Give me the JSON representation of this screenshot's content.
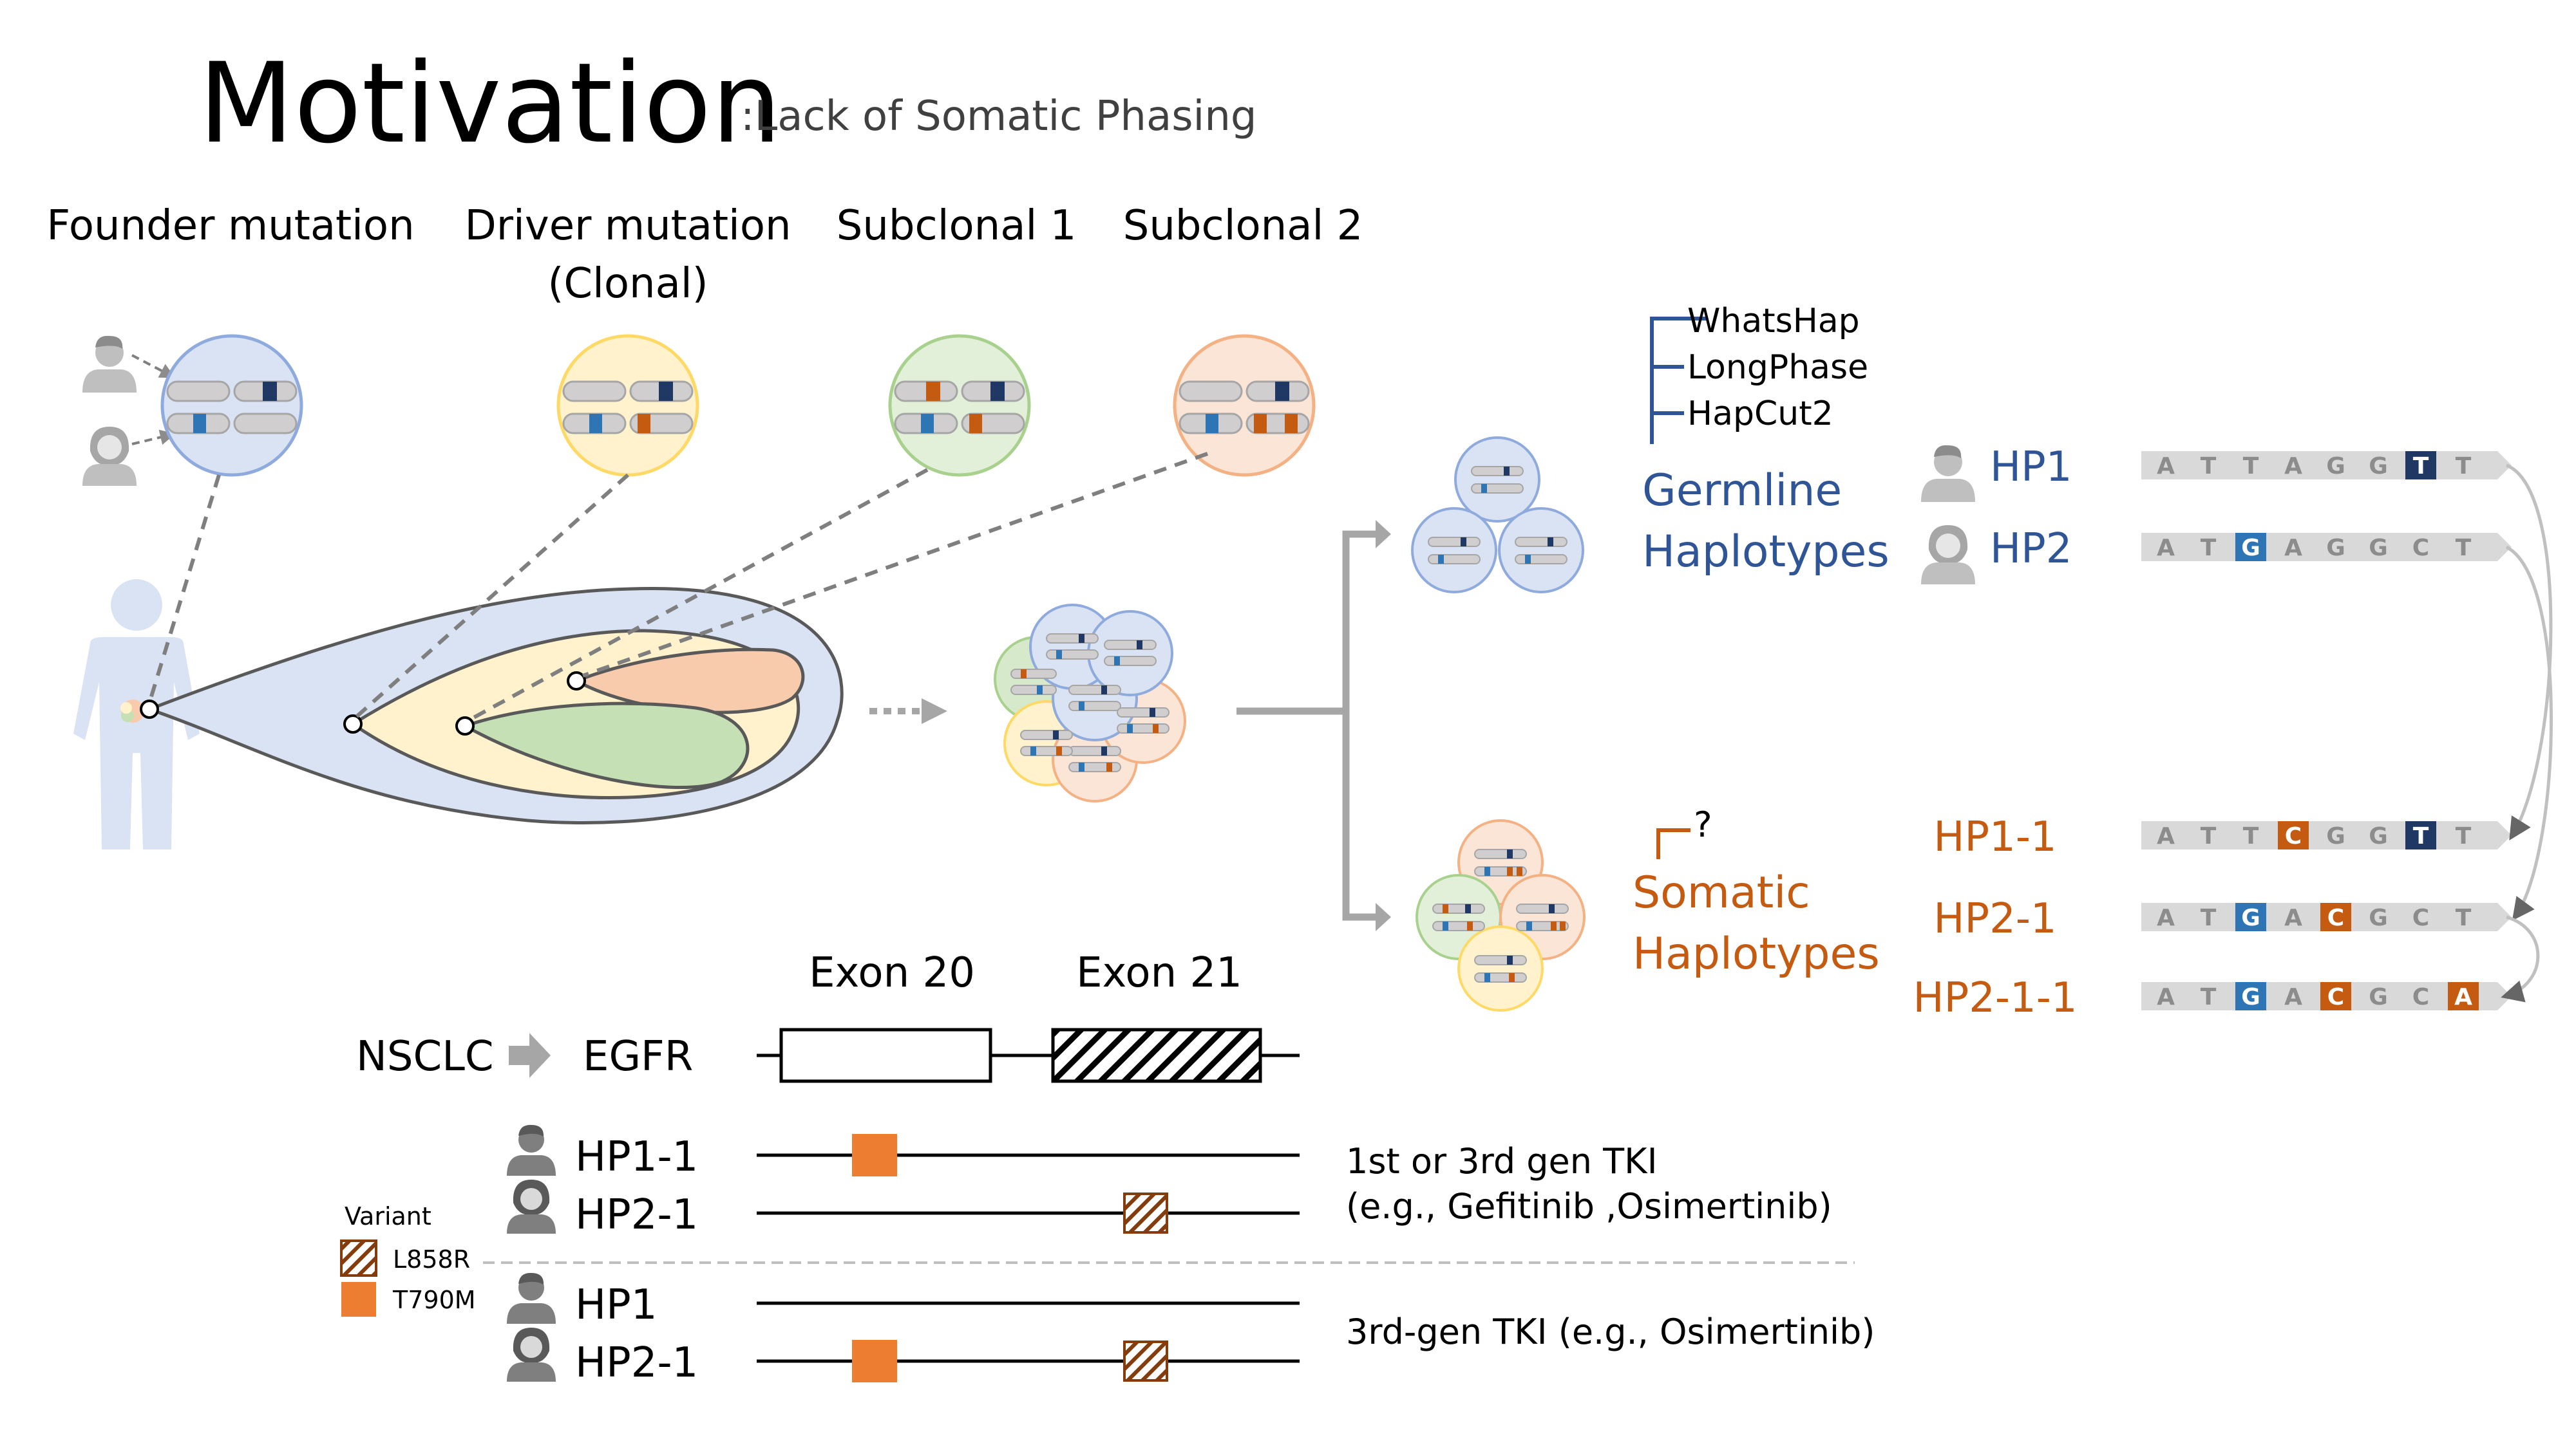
{
  "title": {
    "main": "Motivation",
    "subtitle": ":Lack of Somatic Phasing"
  },
  "stages": {
    "founder": "Founder mutation",
    "driver_line1": "Driver mutation",
    "driver_line2": "(Clonal)",
    "subclonal1": "Subclonal 1",
    "subclonal2": "Subclonal 2"
  },
  "tools": [
    "WhatsHap",
    "LongPhase",
    "HapCut2"
  ],
  "germline": {
    "line1": "Germline",
    "line2": "Haplotypes"
  },
  "somatic": {
    "line1": "Somatic",
    "line2": "Haplotypes",
    "question": "?"
  },
  "haplotypes": [
    {
      "label": "HP1",
      "group": "germline",
      "seq": [
        "A",
        "T",
        "T",
        "A",
        "G",
        "G",
        "T",
        "T"
      ],
      "hl": {
        "6": "blue"
      }
    },
    {
      "label": "HP2",
      "group": "germline",
      "seq": [
        "A",
        "T",
        "G",
        "A",
        "G",
        "G",
        "C",
        "T"
      ],
      "hl": {
        "2": "blue"
      }
    },
    {
      "label": "HP1-1",
      "group": "somatic",
      "seq": [
        "A",
        "T",
        "T",
        "C",
        "G",
        "G",
        "T",
        "T"
      ],
      "hl": {
        "3": "orange",
        "6": "blue"
      }
    },
    {
      "label": "HP2-1",
      "group": "somatic",
      "seq": [
        "A",
        "T",
        "G",
        "A",
        "C",
        "G",
        "C",
        "T"
      ],
      "hl": {
        "2": "blue",
        "4": "orange"
      }
    },
    {
      "label": "HP2-1-1",
      "group": "somatic",
      "seq": [
        "A",
        "T",
        "G",
        "A",
        "C",
        "G",
        "C",
        "A"
      ],
      "hl": {
        "2": "blue",
        "4": "orange",
        "7": "orange"
      }
    }
  ],
  "gene": {
    "disease": "NSCLC",
    "name": "EGFR",
    "exon20": "Exon 20",
    "exon21": "Exon 21"
  },
  "tracks": [
    {
      "label": "HP1-1",
      "person": "male",
      "t790m": true,
      "l858r": false
    },
    {
      "label": "HP2-1",
      "person": "female",
      "t790m": false,
      "l858r": true
    },
    {
      "label": "HP1",
      "person": "male",
      "t790m": false,
      "l858r": false
    },
    {
      "label": "HP2-1",
      "person": "female",
      "t790m": true,
      "l858r": true
    }
  ],
  "treatments": {
    "t1_line1": "1st or 3rd gen TKI",
    "t1_line2": "(e.g., Gefitinib ,Osimertinib)",
    "t2": "3rd-gen TKI (e.g., Osimertinib)"
  },
  "legend": {
    "title": "Variant",
    "l858r": "L858R",
    "t790m": "T790M"
  },
  "colors": {
    "blue_text": "#2f5597",
    "orange_text": "#c55a11",
    "highlight_blue": "#2e75b6",
    "highlight_navy": "#203864",
    "highlight_orange": "#c55a11",
    "t790m": "#ed7d31",
    "l858r": "#843c0c",
    "clone_founder": "#dae3f3",
    "clone_driver": "#fff2cc",
    "clone_sub1": "#c5e0b4",
    "clone_sub2": "#f8cbad"
  }
}
